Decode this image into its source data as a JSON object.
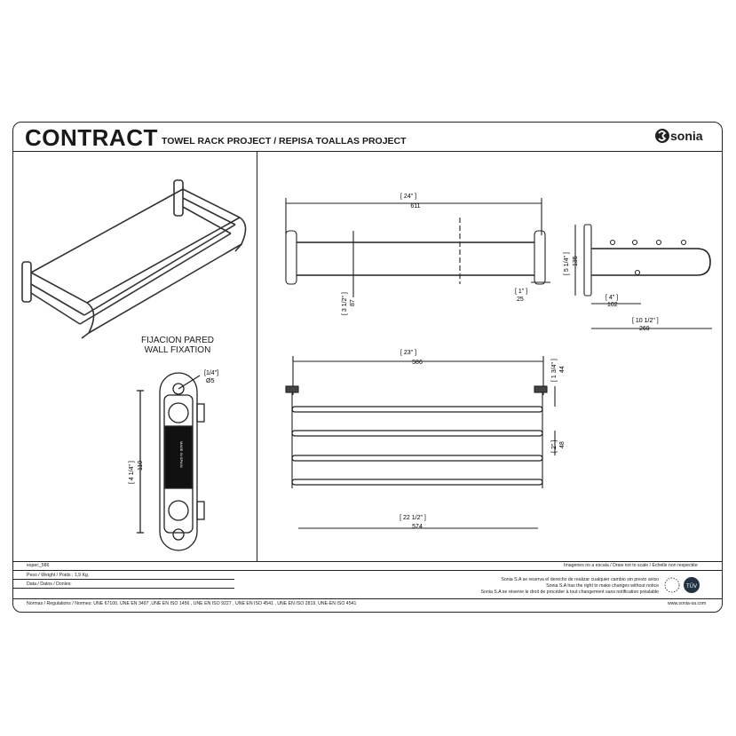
{
  "header": {
    "title": "CONTRACT",
    "subtitle": "TOWEL RACK PROJECT / REPISA TOALLAS PROJECT",
    "brand": "sonia"
  },
  "fixation": {
    "label_es": "FIJACION PARED",
    "label_en": "WALL FIXATION",
    "hole_dim_in": "[1/4\"]",
    "hole_dim_mm": "Ø5",
    "height_in": "[ 4 1/4\" ]",
    "height_mm": "110",
    "plate_text": "MADE IN SPAIN"
  },
  "top_view": {
    "width_in": "[ 24\" ]",
    "width_mm": "611",
    "section_in": "[ 3 1/2\" ]",
    "section_mm": "87",
    "offset_in": "[ 1\" ]",
    "offset_mm": "25"
  },
  "side_view": {
    "height_in": "[ 5 1/4\" ]",
    "height_mm": "135",
    "spacing_in": "[ 4\" ]",
    "spacing_mm": "102",
    "depth_in": "[ 10 1/2\" ]",
    "depth_mm": "269"
  },
  "front_view": {
    "width_in": "[ 23\" ]",
    "width_mm": "586",
    "top_in": "[ 1 3/4\" ]",
    "top_mm": "44",
    "gap_in": "[ 2\" ]",
    "gap_mm": "48",
    "bar_in": "[ 22 1/2\" ]",
    "bar_mm": "574"
  },
  "footer": {
    "ref": "espec_586",
    "weight": "Peso / Weight / Poids : 1,9 Kg.",
    "data": "Data / Datos / Donles:",
    "norms": "Normas / Regulations / Normes: UNE 67100, UNE  EN 3497 ,UNE EN ISO 1456 , UNE EN ISO 9227 , UNE EN ISO 4541 , UNE EN ISO 2819, UNE-EN ISO 4541",
    "scale": "Imagenes no a escala / Draw not to scale / Echelle non respectée",
    "disclaimer_es": "Sonia S.A se reserva el derecho de realizar cualquier cambio sin previo aviso",
    "disclaimer_en": "Sonia S.A has the right to make changes without notice",
    "disclaimer_fr": "Sonia S.A se réserve le droit de procéder à tout changement sans notification préalable",
    "website": "www.sonia-sa.com",
    "cert_label": "TÜV"
  }
}
